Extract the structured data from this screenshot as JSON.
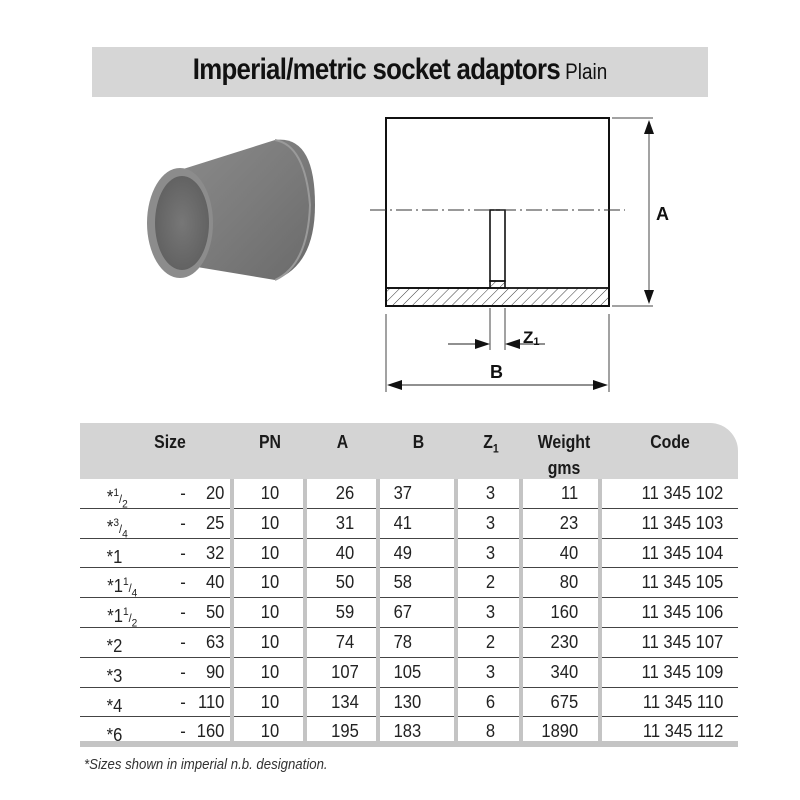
{
  "title": {
    "main": "Imperial/metric socket adaptors",
    "sub": "Plain"
  },
  "photo": {
    "icon": "grey-pvc-socket-adaptor-image"
  },
  "drawing": {
    "labels": {
      "A": "A",
      "B": "B",
      "Z": "Z",
      "Z_sub": "1"
    }
  },
  "table": {
    "headers": {
      "size": "Size",
      "pn": "PN",
      "a": "A",
      "b": "B",
      "z": "Z",
      "z_sub": "1",
      "weight": "Weight",
      "weight_unit": "gms",
      "code": "Code"
    },
    "rows": [
      {
        "size_whole": "*",
        "size_num": "1",
        "size_den": "2",
        "dash": "-",
        "metric": "20",
        "pn": "10",
        "a": "26",
        "b": "37",
        "z": "3",
        "weight": "11",
        "code": "11 345 102"
      },
      {
        "size_whole": "*",
        "size_num": "3",
        "size_den": "4",
        "dash": "-",
        "metric": "25",
        "pn": "10",
        "a": "31",
        "b": "41",
        "z": "3",
        "weight": "23",
        "code": "11 345 103"
      },
      {
        "size_whole": "*1",
        "size_num": "",
        "size_den": "",
        "dash": "-",
        "metric": "32",
        "pn": "10",
        "a": "40",
        "b": "49",
        "z": "3",
        "weight": "40",
        "code": "11 345 104"
      },
      {
        "size_whole": "*1",
        "size_num": "1",
        "size_den": "4",
        "dash": "-",
        "metric": "40",
        "pn": "10",
        "a": "50",
        "b": "58",
        "z": "2",
        "weight": "80",
        "code": "11 345 105"
      },
      {
        "size_whole": "*1",
        "size_num": "1",
        "size_den": "2",
        "dash": "-",
        "metric": "50",
        "pn": "10",
        "a": "59",
        "b": "67",
        "z": "3",
        "weight": "160",
        "code": "11 345 106"
      },
      {
        "size_whole": "*2",
        "size_num": "",
        "size_den": "",
        "dash": "-",
        "metric": "63",
        "pn": "10",
        "a": "74",
        "b": "78",
        "z": "2",
        "weight": "230",
        "code": "11 345 107"
      },
      {
        "size_whole": "*3",
        "size_num": "",
        "size_den": "",
        "dash": "-",
        "metric": "90",
        "pn": "10",
        "a": "107",
        "b": "105",
        "z": "3",
        "weight": "340",
        "code": "11 345 109"
      },
      {
        "size_whole": "*4",
        "size_num": "",
        "size_den": "",
        "dash": "-",
        "metric": "110",
        "pn": "10",
        "a": "134",
        "b": "130",
        "z": "6",
        "weight": "675",
        "code": "11 345 110"
      },
      {
        "size_whole": "*6",
        "size_num": "",
        "size_den": "",
        "dash": "-",
        "metric": "160",
        "pn": "10",
        "a": "195",
        "b": "183",
        "z": "8",
        "weight": "1890",
        "code": "11 345 112"
      }
    ]
  },
  "footnote": "*Sizes shown in imperial n.b. designation.",
  "colors": {
    "header_bg": "#d4d4d4",
    "title_bg": "#d6d6d6",
    "divider": "#c4c4c4",
    "product_grey": "#7a7a7a"
  }
}
